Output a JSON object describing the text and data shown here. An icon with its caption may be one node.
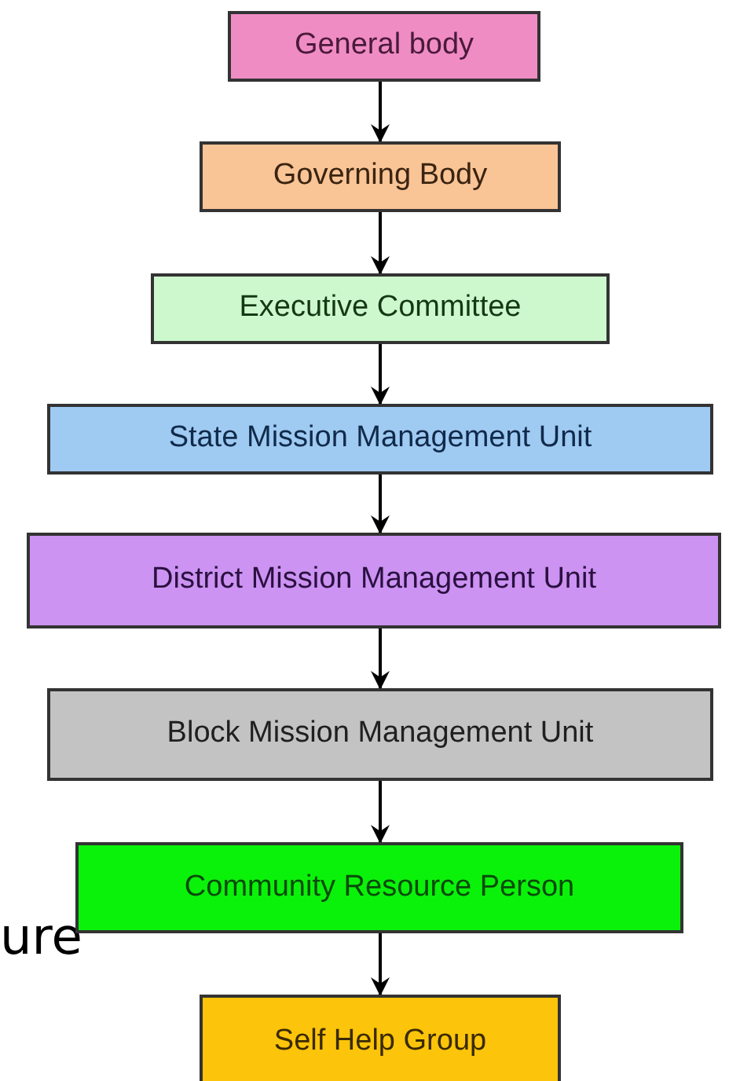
{
  "diagram": {
    "nodes": [
      {
        "text": [
          "General body"
        ]
      },
      {
        "text": [
          "Governing Body"
        ]
      },
      {
        "text": [
          "Executive Committee"
        ]
      },
      {
        "text": [
          "State Mission Management Unit"
        ]
      },
      {
        "text": [
          "District Mission Management Unit"
        ]
      },
      {
        "text": [
          "Block Mission Management Unit"
        ]
      },
      {
        "text": [
          "Community Resource Person"
        ]
      },
      {
        "text": [
          "Self Help Group"
        ]
      }
    ],
    "edges": [
      {
        "from": 0,
        "to": 1,
        "arrow": "to"
      },
      {
        "from": 1,
        "to": 2,
        "arrow": "to"
      },
      {
        "from": 2,
        "to": 3,
        "arrow": "to"
      },
      {
        "from": 3,
        "to": 4,
        "arrow": "to"
      },
      {
        "from": 4,
        "to": 5,
        "arrow": "to"
      },
      {
        "from": 5,
        "to": 6,
        "arrow": "to"
      },
      {
        "from": 6,
        "to": 7,
        "arrow": "to"
      }
    ],
    "labels": [
      "ure"
    ]
  }
}
